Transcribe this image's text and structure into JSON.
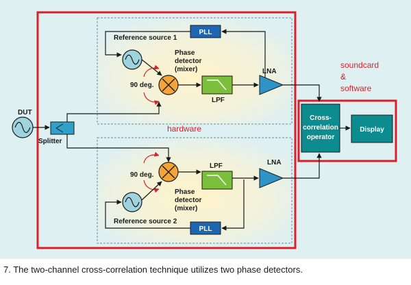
{
  "diagram": {
    "dut_label": "DUT",
    "splitter_label": "Splitter",
    "hardware_label": "hardware",
    "software_label_line1": "soundcard",
    "software_label_line2": "&",
    "software_label_line3": "software",
    "top_channel": {
      "reference_source": "Reference source 1",
      "pll": "PLL",
      "phase_detector_line1": "Phase",
      "phase_detector_line2": "detector",
      "phase_detector_line3": "(mixer)",
      "phase_shift": "90 deg.",
      "lpf": "LPF",
      "lna": "LNA"
    },
    "bottom_channel": {
      "reference_source": "Reference source 2",
      "pll": "PLL",
      "phase_detector_line1": "Phase",
      "phase_detector_line2": "detector",
      "phase_detector_line3": "(mixer)",
      "phase_shift": "90 deg.",
      "lpf": "LPF",
      "lna": "LNA"
    },
    "cross_correlation_line1": "Cross-",
    "cross_correlation_line2": "correlation",
    "cross_correlation_line3": "operator",
    "display": "Display",
    "colors": {
      "hardware_border": "#d8202a",
      "pll_fill": "#1f66b2",
      "block_fill": "#0c8c8e",
      "mixer_fill": "#f4a436",
      "lpf_fill": "#7bbf3a",
      "lna_fill": "#2f93c7",
      "oscillator_fill": "#9fd3dd",
      "phase_arrow": "#d8202a"
    }
  },
  "caption": "7. The two-channel cross-correlation technique utilizes two phase detectors."
}
